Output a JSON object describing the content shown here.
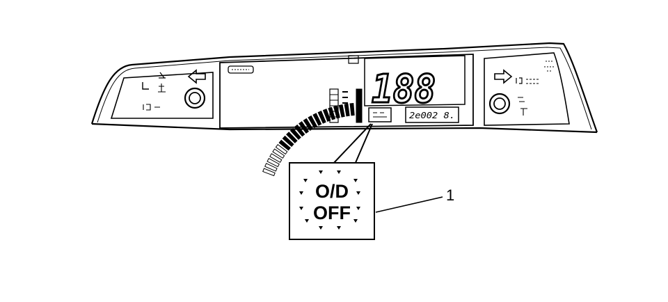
{
  "callout": {
    "number": "1"
  },
  "indicator": {
    "line1": "O/D",
    "line2": "OFF"
  },
  "speedometer": {
    "digits": "188"
  },
  "odometer": {
    "reading": "2e002 8."
  }
}
